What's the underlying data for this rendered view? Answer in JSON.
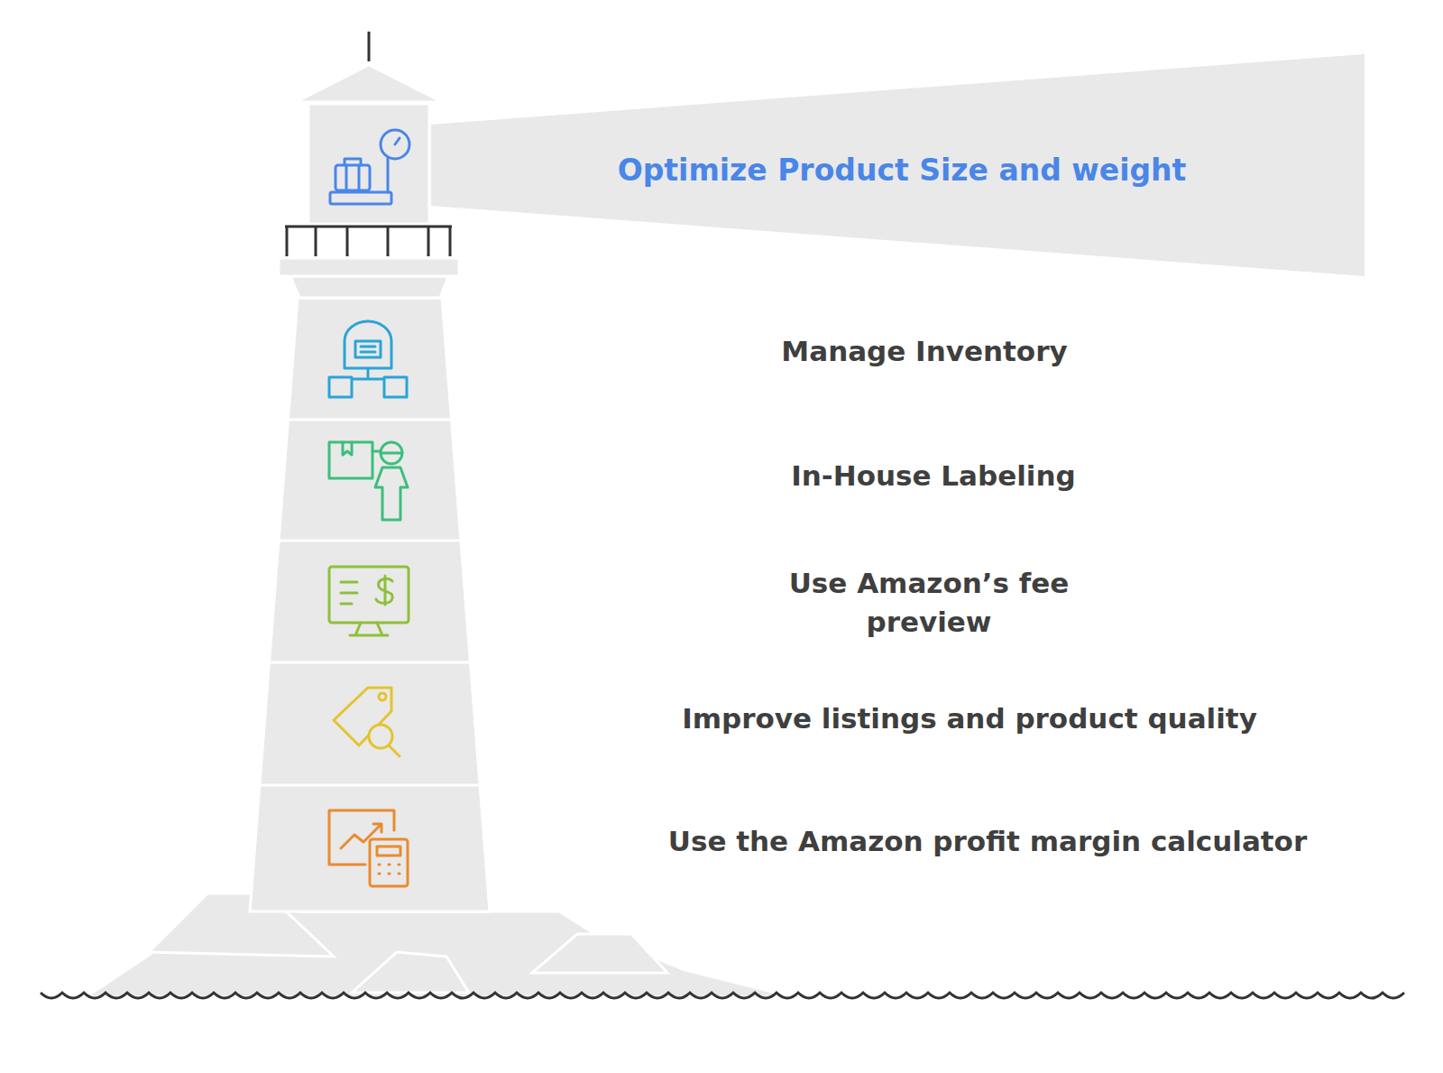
{
  "diagram": {
    "nodes": [
      {
        "text": [
          "Optimize Product Size and weight"
        ]
      }
    ],
    "labels": [
      "Manage Inventory",
      "In-House Labeling",
      "Use Amazon’s fee preview",
      "Improve listings and product quality",
      "Use the Amazon profit margin calculator"
    ]
  }
}
